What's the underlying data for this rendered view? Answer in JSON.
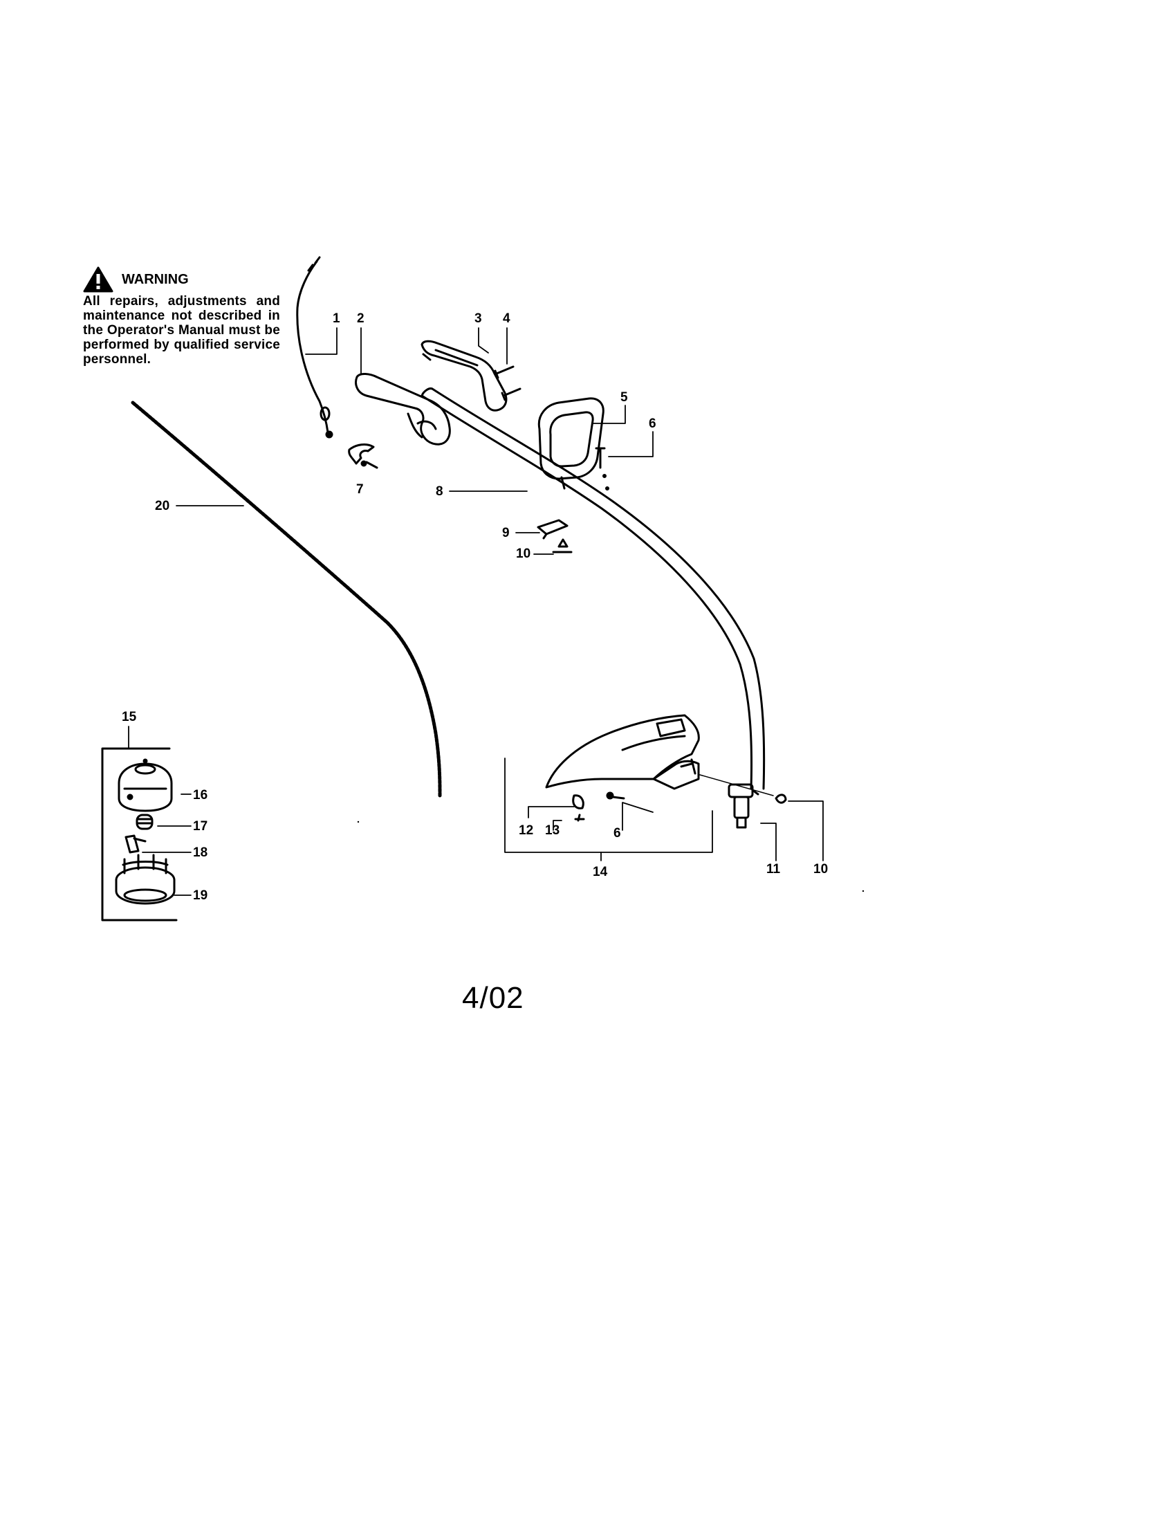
{
  "warning": {
    "title": "WARNING",
    "body": "All repairs, adjustments and maintenance not described in the Operator's Manual must be performed by qualified service personnel."
  },
  "labels": {
    "p1": "1",
    "p2": "2",
    "p3": "3",
    "p4": "4",
    "p5": "5",
    "p6a": "6",
    "p6b": "6",
    "p7": "7",
    "p8": "8",
    "p9": "9",
    "p10a": "10",
    "p10b": "10",
    "p11": "11",
    "p12": "12",
    "p13": "13",
    "p14": "14",
    "p15": "15",
    "p16": "16",
    "p17": "17",
    "p18": "18",
    "p19": "19",
    "p20": "20"
  },
  "date_code": "4/02"
}
